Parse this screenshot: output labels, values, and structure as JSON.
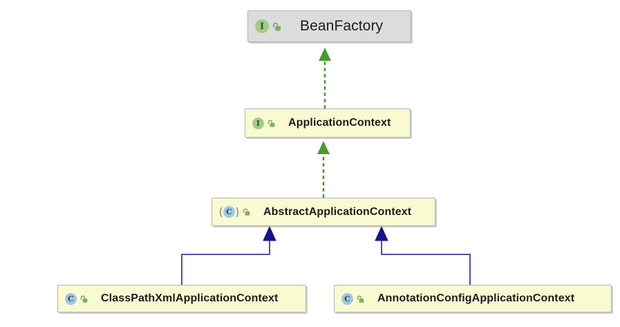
{
  "diagram": {
    "type": "uml-class-diagram",
    "subject": "Spring Framework ApplicationContext hierarchy",
    "background_color": "#FFFFFF",
    "nodes": [
      {
        "label": "BeanFactory",
        "stereotype": "interface",
        "fill": "#DCDCDC",
        "icon": "interface-icon",
        "lock": "unlocked"
      },
      {
        "label": "ApplicationContext",
        "stereotype": "interface",
        "fill": "#FAFAD2",
        "icon": "interface-icon",
        "lock": "unlocked"
      },
      {
        "label": "AbstractApplicationContext",
        "stereotype": "abstract-class",
        "fill": "#FAFAD2",
        "icon": "abstract-class-icon",
        "lock": "unlocked"
      },
      {
        "label": "ClassPathXmlApplicationContext",
        "stereotype": "class",
        "fill": "#FAFAD2",
        "icon": "class-icon",
        "lock": "unlocked"
      },
      {
        "label": "AnnotationConfigApplicationContext",
        "stereotype": "class",
        "fill": "#FAFAD2",
        "icon": "class-icon",
        "lock": "unlocked"
      }
    ],
    "icon_glyphs": {
      "interface_letter": "I",
      "class_letter": "C",
      "abstract_paren_open": "(",
      "abstract_paren_close": ")"
    },
    "edges": [
      {
        "from": "ApplicationContext",
        "to": "BeanFactory",
        "relation": "realization",
        "line_style": "dashed",
        "color": "#479A2C"
      },
      {
        "from": "AbstractApplicationContext",
        "to": "ApplicationContext",
        "relation": "realization",
        "line_style": "dashed",
        "color": "#479A2C"
      },
      {
        "from": "ClassPathXmlApplicationContext",
        "to": "AbstractApplicationContext",
        "relation": "inheritance",
        "line_style": "solid",
        "color": "#3B3B9E"
      },
      {
        "from": "AnnotationConfigApplicationContext",
        "to": "AbstractApplicationContext",
        "relation": "inheritance",
        "line_style": "solid",
        "color": "#3B3B9E"
      }
    ],
    "colors": {
      "realization_arrow": "#479A2C",
      "inheritance_line": "#3B3B9E",
      "inheritance_head": "#15158A",
      "interface_icon_bg": "#A3CD84",
      "class_icon_bg": "#9FC8E0",
      "lock_icon": "#7CB05A",
      "node_border": "#B3B3B3",
      "node_text": "#1C1C1C"
    }
  }
}
